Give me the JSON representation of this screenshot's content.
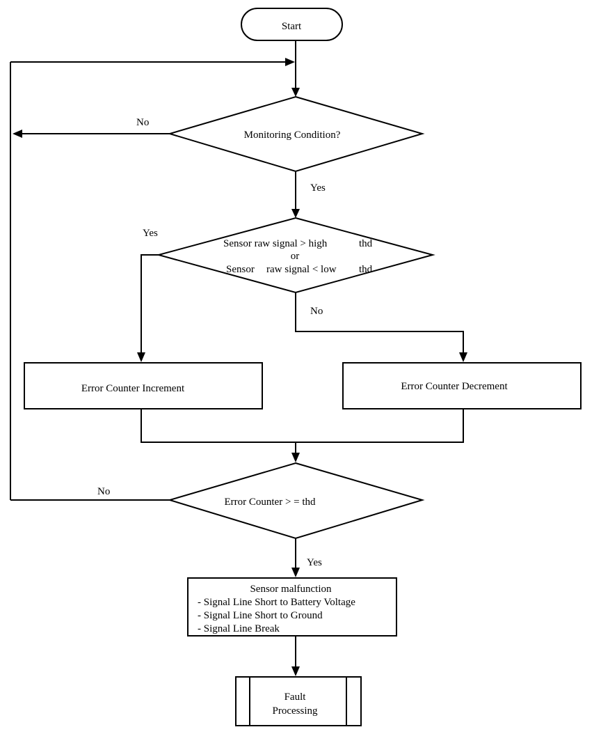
{
  "start": {
    "label": "Start"
  },
  "monitoring": {
    "question": "Monitoring Condition?",
    "no_label": "No",
    "yes_label": "Yes"
  },
  "threshold_check": {
    "line1_a": "Sensor raw signal > high",
    "line1_b": "thd",
    "line2": "or",
    "line3_a": "Sensor",
    "line3_b": "raw signal < low",
    "line3_c": "thd",
    "yes_label": "Yes",
    "no_label": "No"
  },
  "increment": {
    "label": "Error Counter Increment"
  },
  "decrement": {
    "label": "Error Counter Decrement"
  },
  "counter_check": {
    "question": "Error Counter > = thd",
    "no_label": "No",
    "yes_label": "Yes"
  },
  "malfunction": {
    "title": "Sensor malfunction",
    "items": [
      "- Signal Line Short to Battery Voltage",
      "- Signal Line Short to Ground",
      "- Signal Line Break"
    ]
  },
  "fault": {
    "line1": "Fault",
    "line2": "Processing"
  }
}
